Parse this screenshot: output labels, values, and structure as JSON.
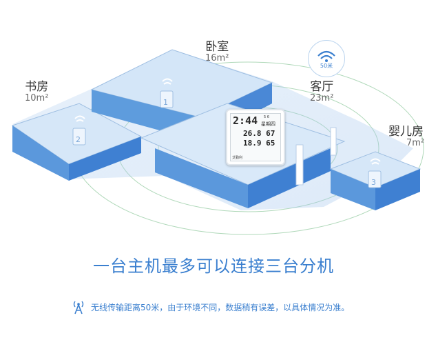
{
  "rooms": {
    "study": {
      "name": "书房",
      "area": "10m²"
    },
    "bedroom": {
      "name": "卧室",
      "area": "16m²"
    },
    "living": {
      "name": "客厅",
      "area": "23m²"
    },
    "nursery": {
      "name": "婴儿房",
      "area": "7m²"
    }
  },
  "sensor_numbers": [
    "1",
    "2",
    "3"
  ],
  "badge": {
    "range": "50米"
  },
  "display": {
    "time": "2:44",
    "date": "5 6",
    "weekday": "星期四",
    "temp_indoor": "26.8",
    "hum_indoor": "67",
    "temp_sensor": "18.9",
    "hum_sensor": "65",
    "brand": "艾勤利"
  },
  "headline": "一台主机最多可以连接三台分机",
  "footnote": "无线传输距离50米，由于环境不同，数据稍有误差，以具体情况为准。",
  "colors": {
    "accent": "#3a7fcf",
    "room_fill": "#5f9bdc",
    "room_top": "#cfe3f7"
  }
}
